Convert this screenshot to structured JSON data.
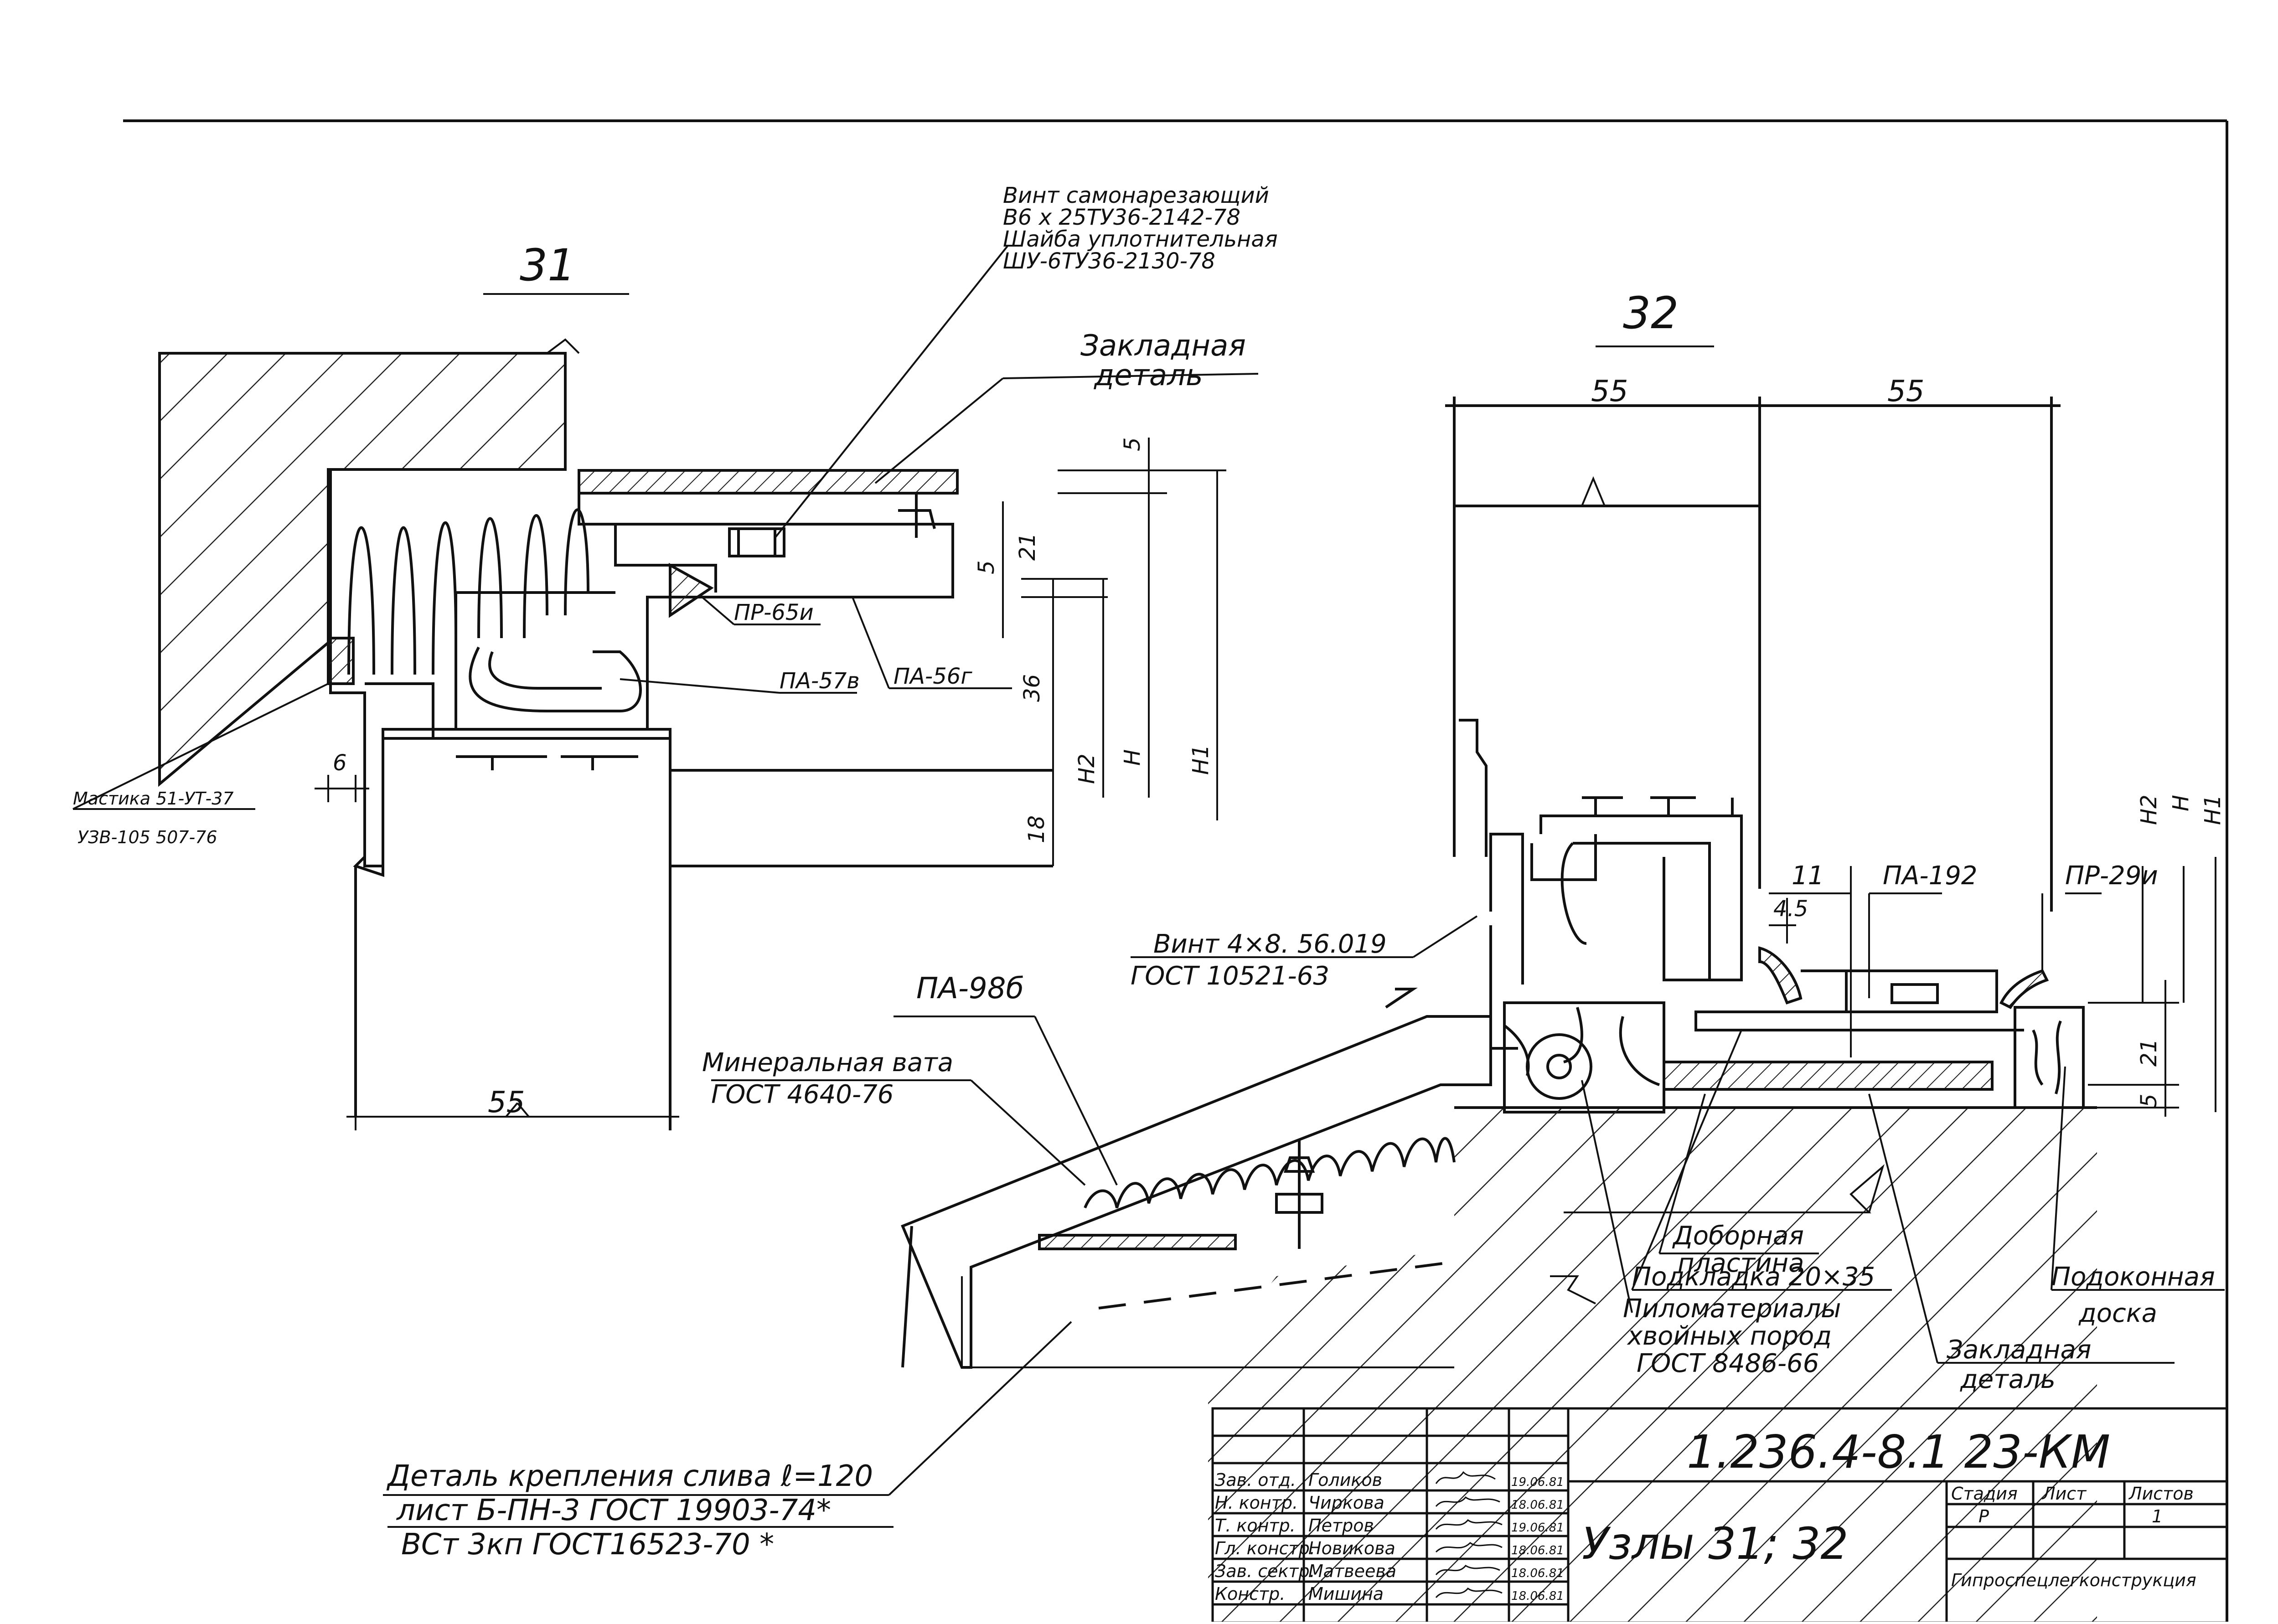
{
  "sheet": {
    "frame_color": "#111111",
    "hatch_color": "#222222"
  },
  "node31": {
    "title": "31",
    "label_screw_1": "Винт самонарезающий",
    "label_screw_2": "В6 х 25ТУ36-2142-78",
    "label_washer_1": "Шайба уплотнительная",
    "label_washer_2": "ШУ-6ТУ36-2130-78",
    "label_embedded_1": "Закладная",
    "label_embedded_2": "деталь",
    "label_pr65": "ПР-65и",
    "label_pa57": "ПА-57в",
    "label_pa56": "ПА-56г",
    "label_mastic_1": "Мастика 51-УТ-37",
    "label_mastic_2": "УЗВ-105 507-76",
    "dim_5a": "5",
    "dim_21": "21",
    "dim_5b": "5",
    "dim_36": "36",
    "dim_18": "18",
    "dim_6": "6",
    "dim_55": "55",
    "dim_h2": "H2",
    "dim_h": "H",
    "dim_h1": "H1"
  },
  "node32": {
    "title": "32",
    "dim_55a": "55",
    "dim_55b": "55",
    "dim_11": "11",
    "dim_45": "4.5",
    "dim_21": "21",
    "dim_5": "5",
    "dim_h2": "H2",
    "dim_h": "H",
    "dim_h1": "H1",
    "label_pa192": "ПА-192",
    "label_pr29": "ПР-29и",
    "label_screw_1": "Винт 4×8. 56.019",
    "label_screw_2": "ГОСТ 10521-63",
    "label_pa98": "ПА-98б",
    "label_wool_1": "Минеральная вата",
    "label_wool_2": "ГОСТ 4640-76",
    "label_plate_1": "Доборная",
    "label_plate_2": "пластина",
    "label_pad": "Подкладка 20×35",
    "label_lumber_1": "Пиломатериалы",
    "label_lumber_2": "хвойных пород",
    "label_lumber_3": "ГОСТ 8486-66",
    "label_embedded_1": "Закладная",
    "label_embedded_2": "деталь",
    "label_sill_1": "Подоконная",
    "label_sill_2": "доска",
    "label_drip_1": "Деталь крепления слива ℓ=120",
    "label_drip_2": "лист Б-ПН-3 ГОСТ 19903-74*",
    "label_drip_3": "ВСт 3кп ГОСТ16523-70 *"
  },
  "title_block": {
    "doc_code": "1.236.4-8.1    23-КМ",
    "title": "Узлы 31; 32",
    "stage_label": "Стадия",
    "sheet_label": "Лист",
    "sheets_label": "Листов",
    "stage_value": "Р",
    "sheet_value": "1",
    "org": "Гипроспецлегконструкция",
    "rows": [
      {
        "role": "Зав. отд.",
        "name": "Голиков",
        "date": "19.06.81"
      },
      {
        "role": "Н. контр.",
        "name": "Чиркова",
        "date": "18.06.81"
      },
      {
        "role": "Т. контр.",
        "name": "Петров",
        "date": "19.06.81"
      },
      {
        "role": "Гл. констр.",
        "name": "Новикова",
        "date": "18.06.81"
      },
      {
        "role": "Зав. сектр.",
        "name": "Матвеева",
        "date": "18.06.81"
      },
      {
        "role": "Констр.",
        "name": "Мишина",
        "date": "18.06.81"
      }
    ]
  }
}
